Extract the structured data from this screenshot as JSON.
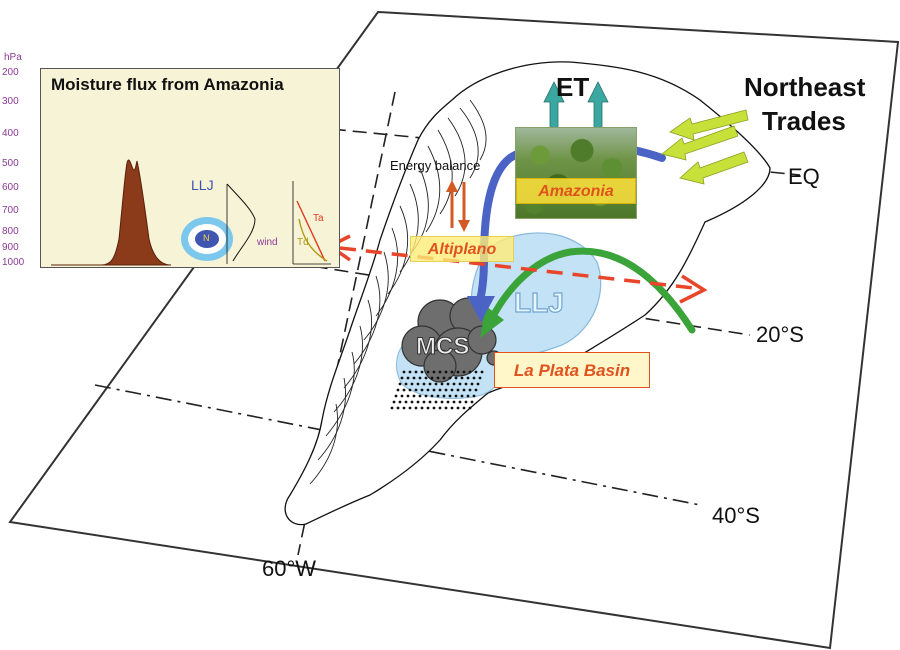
{
  "inset": {
    "title": "Moisture flux from Amazonia",
    "unit": "hPa",
    "levels": [
      "200",
      "300",
      "400",
      "500",
      "600",
      "700",
      "800",
      "900",
      "1000"
    ],
    "llj_label": "LLJ",
    "core_label": "N",
    "wind_label": "wind",
    "ta_label": "Ta",
    "td_label": "Td"
  },
  "map": {
    "et_label": "ET",
    "trades_line1": "Northeast",
    "trades_line2": "Trades",
    "eq_label": "EQ",
    "lat20_label": "20°S",
    "lat40_label": "40°S",
    "lon60_label": "60°W",
    "energy_label": "Energy balance",
    "amazonia_label": "Amazonia",
    "altiplano_label": "Altiplano",
    "llj_label": "LLJ",
    "mcs_label": "MCS",
    "laplata_label": "La Plata Basin"
  },
  "colors": {
    "flux_arrow": "#4a63c4",
    "et_arrow": "#3aa7a0",
    "trades_arrow": "#c8e03a",
    "green_arrow": "#3aa33a",
    "dashed_arrow": "#e8452a",
    "llj_region": "#bfe0f5",
    "label_box_fill": "#fff3a0",
    "label_text": "#e0531e",
    "mcs_cloud": "#6e6e6e",
    "inset_profile": "#8b3a1a"
  }
}
